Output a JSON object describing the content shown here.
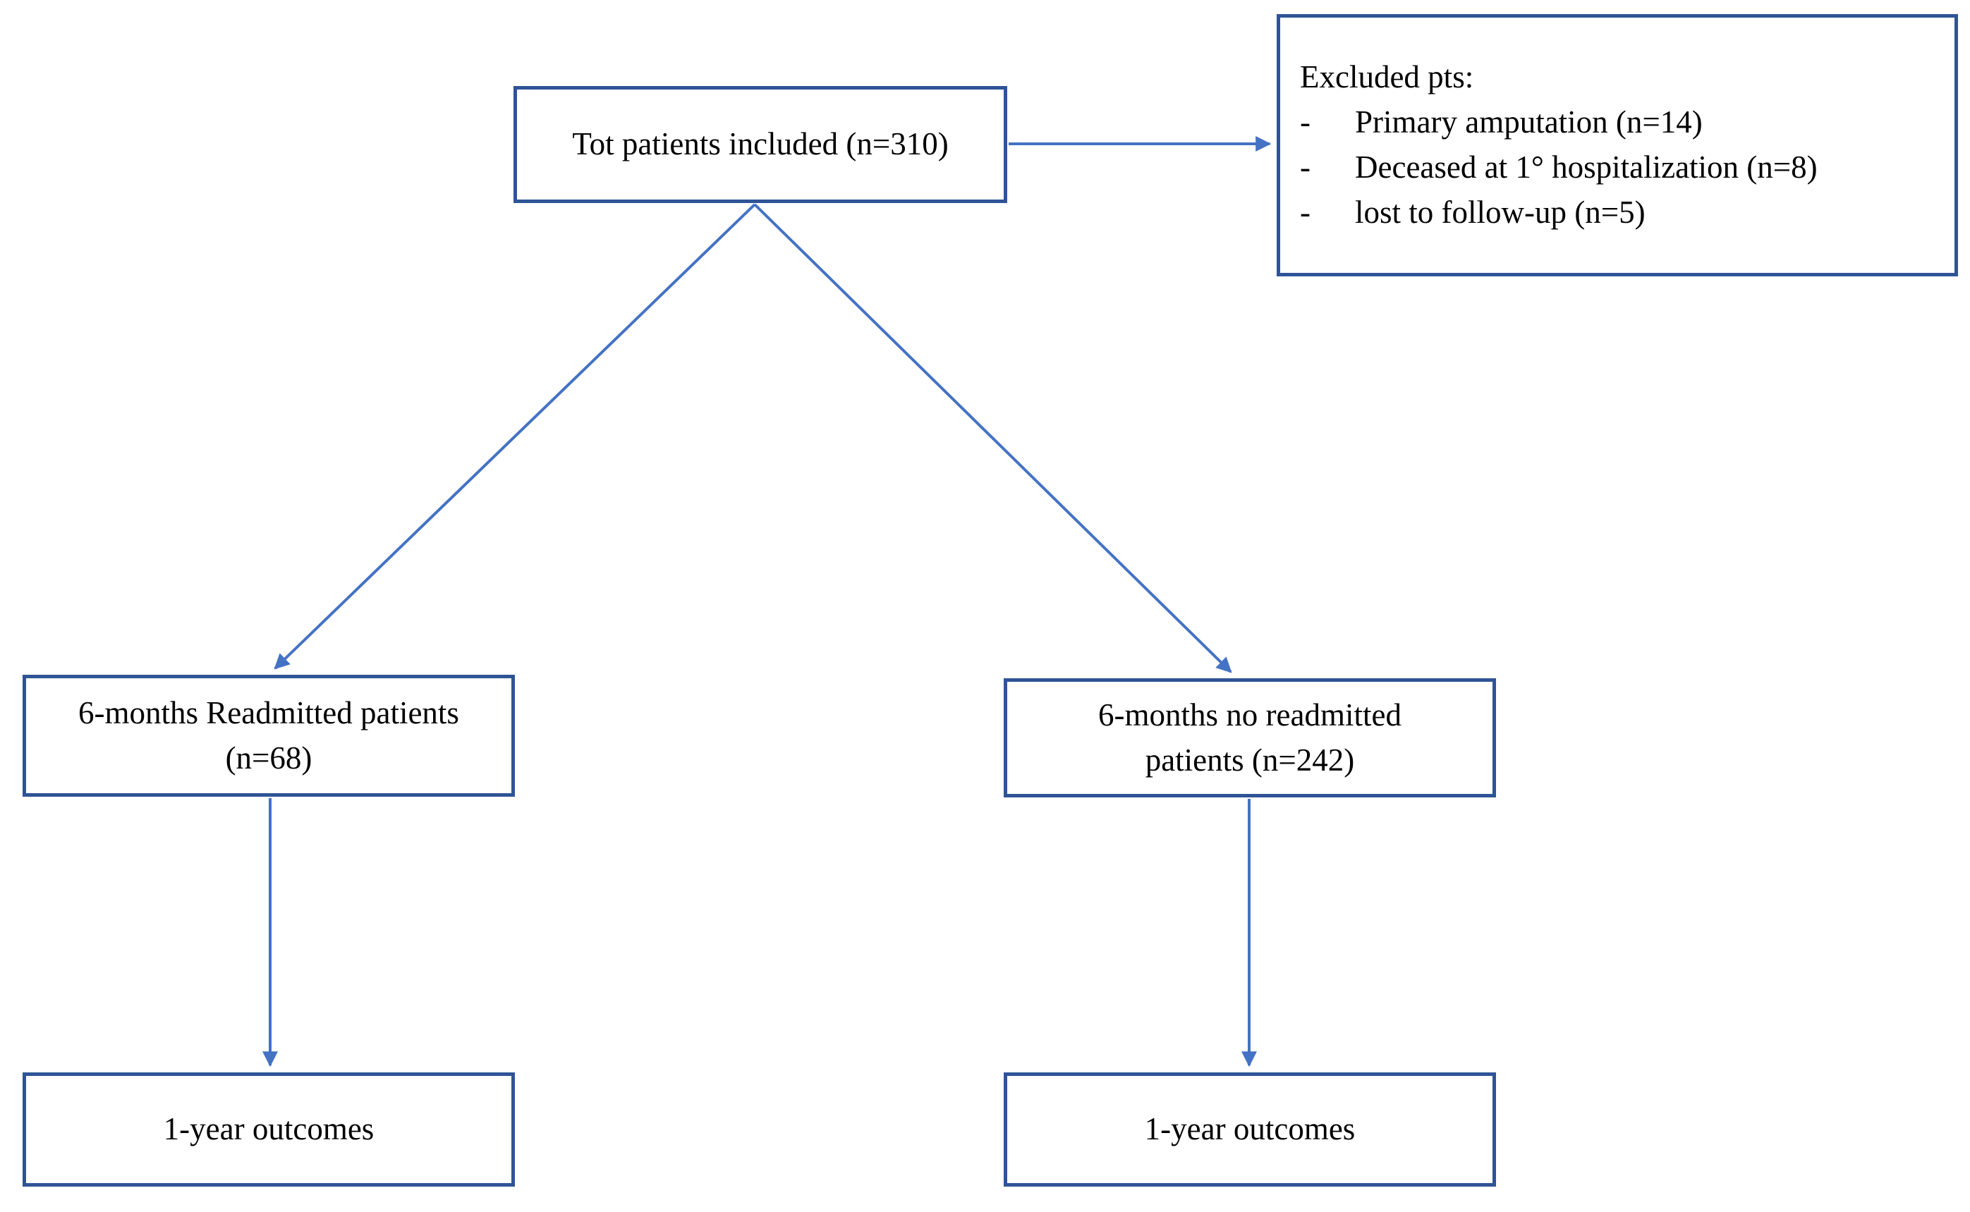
{
  "diagram": {
    "colors": {
      "box_border": "#2F5496",
      "arrow": "#4472C4",
      "text": "#000000",
      "background": "#FFFFFF"
    },
    "nodes": {
      "total": {
        "lines": [
          "Tot patients included (n=310)"
        ]
      },
      "excluded": {
        "title": "Excluded pts:",
        "bullet": "-",
        "items": [
          "Primary amputation (n=14)",
          "Deceased at 1° hospitalization (n=8)",
          "lost to follow-up (n=5)"
        ]
      },
      "readmitted": {
        "lines": [
          "6-months Readmitted patients",
          "(n=68)"
        ]
      },
      "not_readmitted": {
        "lines": [
          "6-months no readmitted",
          "patients (n=242)"
        ]
      },
      "outcomes_left": {
        "lines": [
          "1-year outcomes"
        ]
      },
      "outcomes_right": {
        "lines": [
          "1-year outcomes"
        ]
      }
    }
  }
}
